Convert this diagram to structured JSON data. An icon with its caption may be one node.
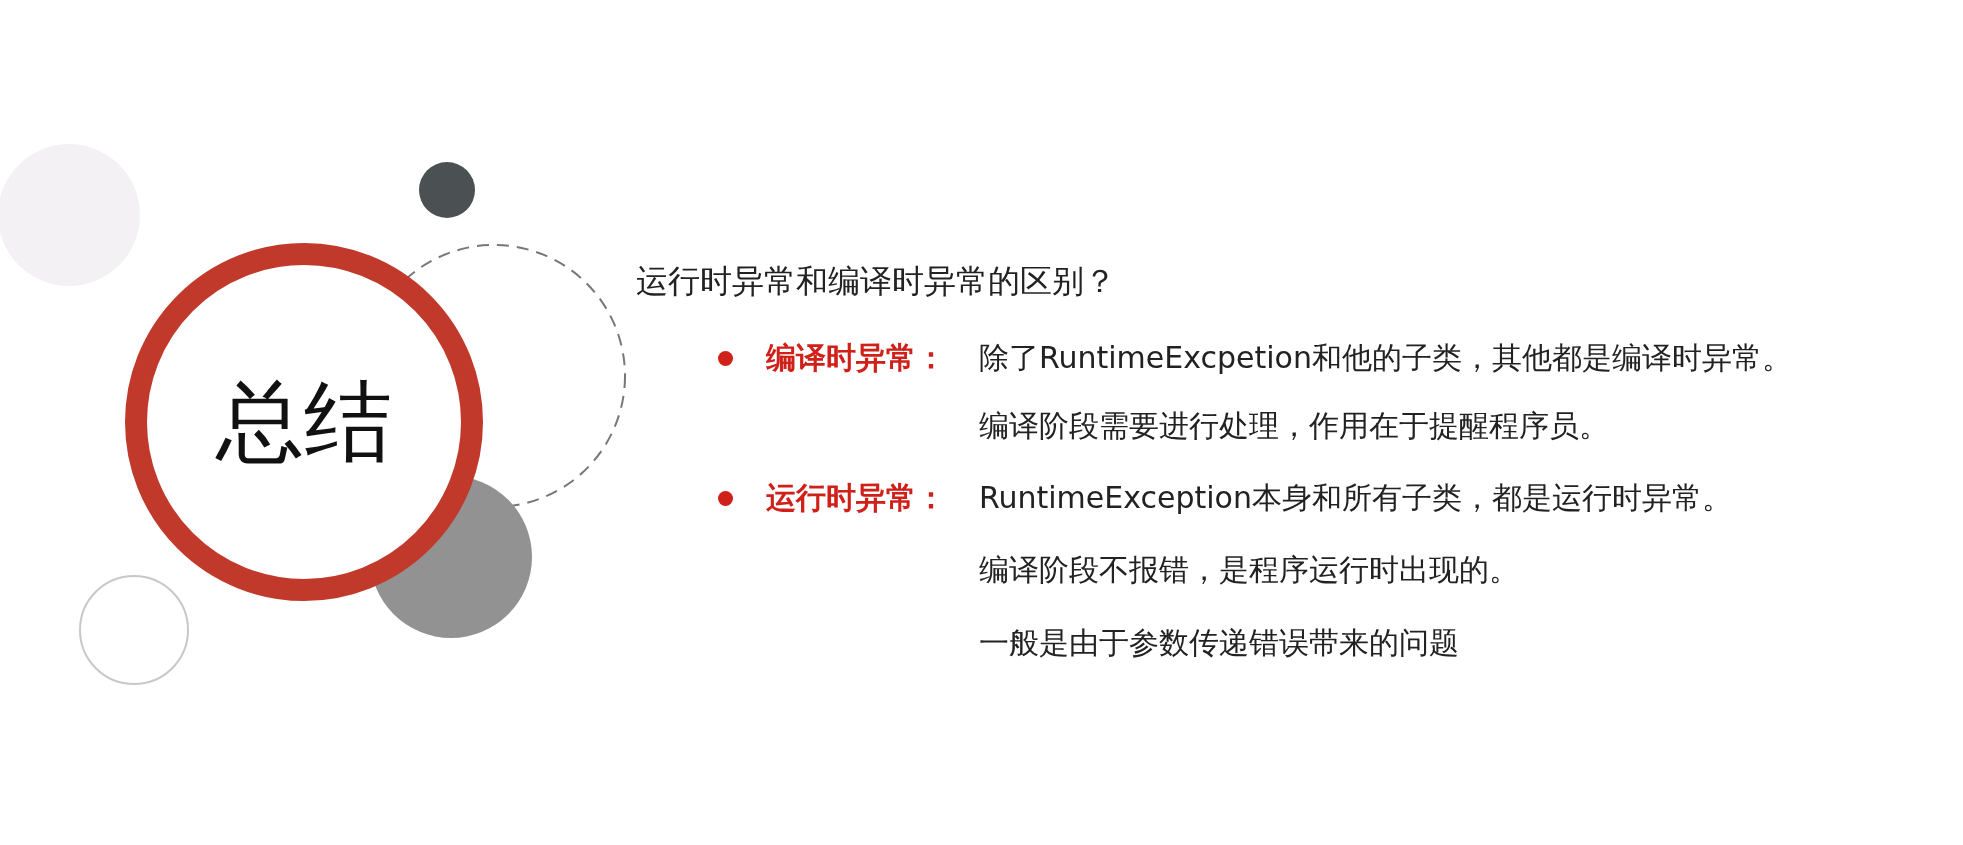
{
  "diagram": {
    "title": "运行时异常和编译时异常的区别？",
    "nodes": [
      {
        "text": [
          "总结"
        ]
      }
    ],
    "labels": [
      "编译时异常：",
      "除了RuntimeExcpetion和他的子类，其他都是编译时异常。",
      "编译阶段需要进行处理，作用在于提醒程序员。",
      "运行时异常：",
      "RuntimeException本身和所有子类，都是运行时异常。",
      "编译阶段不报错，是程序运行时出现的。",
      "一般是由于参数传递错误带来的问题"
    ]
  }
}
